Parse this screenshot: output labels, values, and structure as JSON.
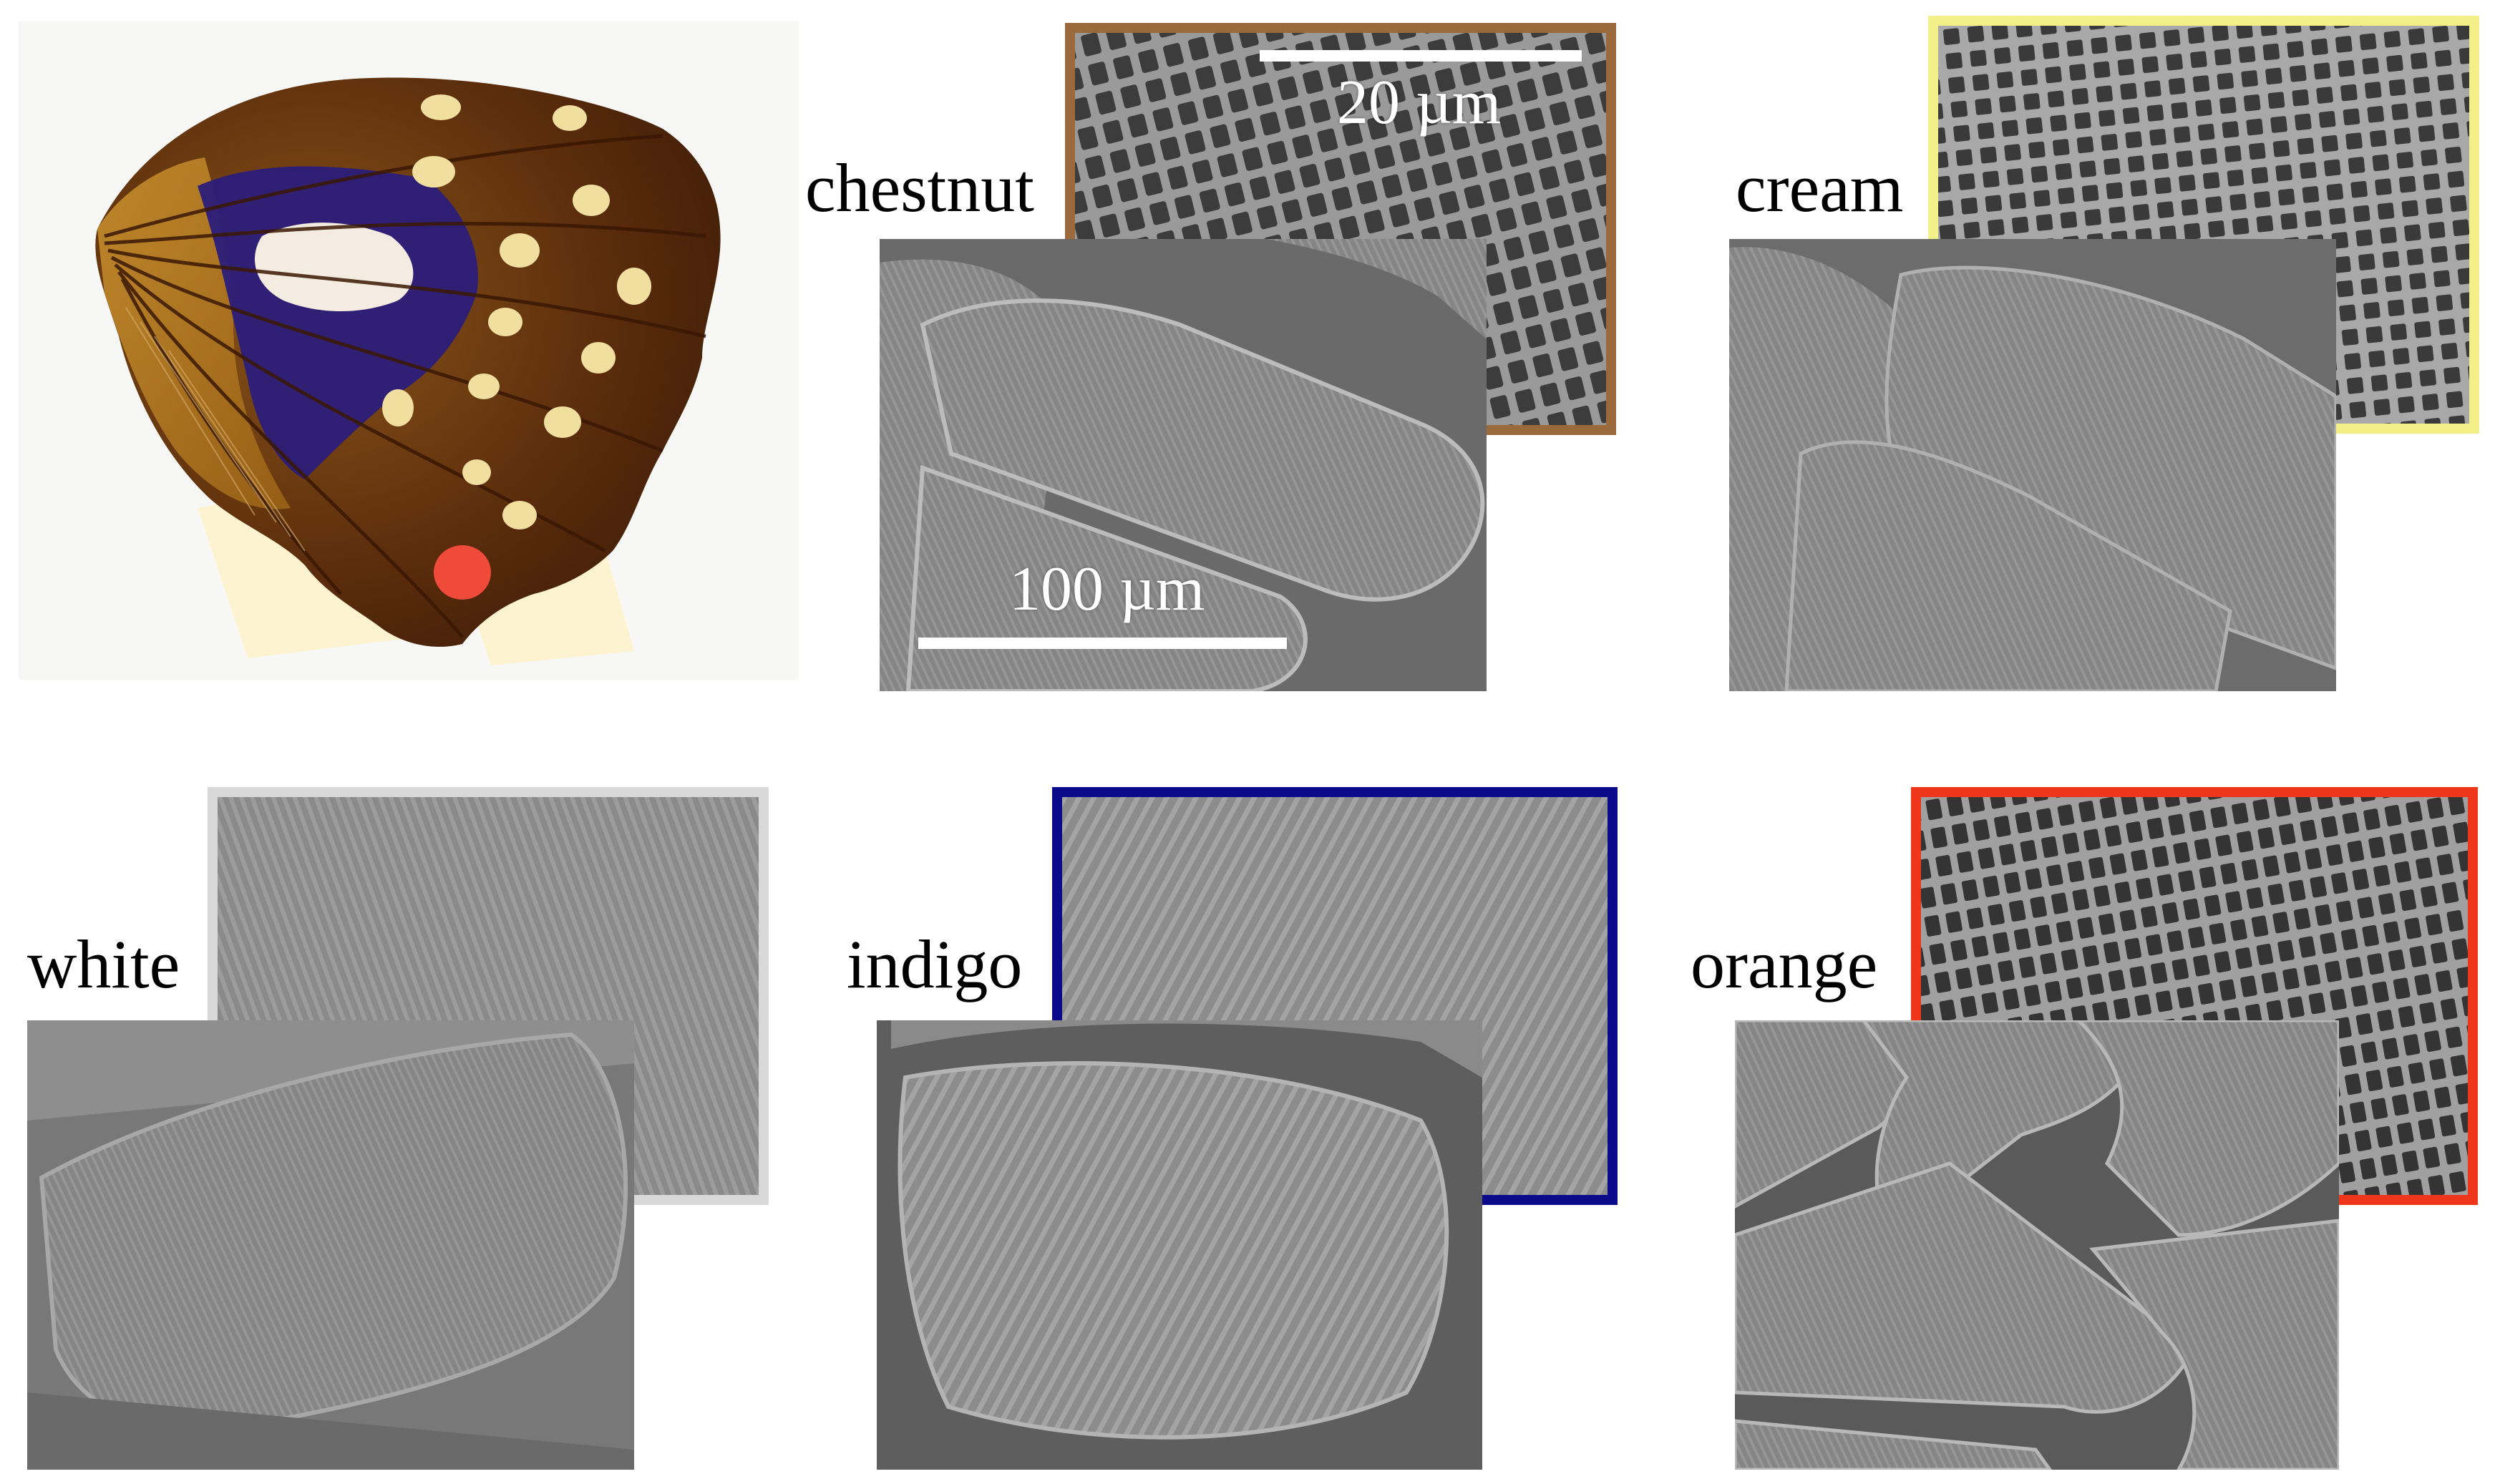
{
  "panels": [
    {
      "label": "chestnut",
      "frame_color": "#9a6a3c"
    },
    {
      "label": "cream",
      "frame_color": "#f3f08a"
    },
    {
      "label": "white",
      "frame_color": "#d8d8d8"
    },
    {
      "label": "indigo",
      "frame_color": "#0a0a8a"
    },
    {
      "label": "orange",
      "frame_color": "#f0361a"
    }
  ],
  "scale_bars": {
    "small": "20 µm",
    "large": "100 µm"
  },
  "colors": {
    "wing_brown": "#6b3a10",
    "wing_indigo": "#2b1d7a",
    "wing_spot": "#f1dfa0",
    "wing_red": "#f04a3a"
  }
}
